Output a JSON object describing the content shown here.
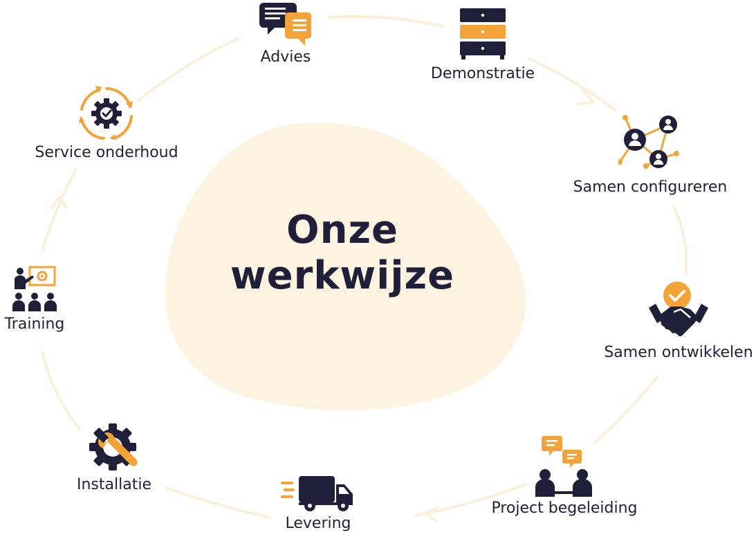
{
  "title_line1": "Onze",
  "title_line2": "werkwijze",
  "colors": {
    "navy": "#1f1f3a",
    "orange": "#f2a33a",
    "blob": "#fdf3e1",
    "ring": "#fcefd9"
  },
  "steps": [
    {
      "label": "Advies",
      "icon": "advice-chat-icon"
    },
    {
      "label": "Demonstratie",
      "icon": "server-cabinet-icon"
    },
    {
      "label": "Samen configureren",
      "icon": "network-people-icon"
    },
    {
      "label": "Samen ontwikkelen",
      "icon": "handshake-check-icon"
    },
    {
      "label": "Project begeleiding",
      "icon": "meeting-people-icon"
    },
    {
      "label": "Levering",
      "icon": "delivery-truck-icon"
    },
    {
      "label": "Installatie",
      "icon": "gear-wrench-icon"
    },
    {
      "label": "Training",
      "icon": "presentation-audience-icon"
    },
    {
      "label": "Service onderhoud",
      "icon": "gear-cycle-icon"
    }
  ]
}
